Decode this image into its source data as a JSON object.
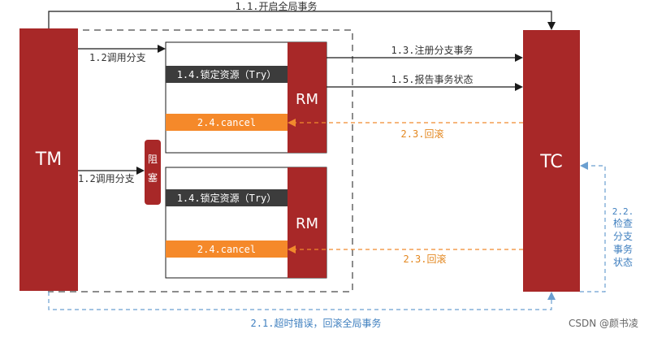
{
  "nodes": {
    "tm": {
      "label": "TM"
    },
    "tc": {
      "label": "TC"
    },
    "rm_top": {
      "label": "RM"
    },
    "rm_bottom": {
      "label": "RM"
    },
    "block": {
      "label_line1": "阻",
      "label_line2": "塞"
    }
  },
  "actions": {
    "lock_top": "1.4.锁定资源（Try）",
    "cancel_top": "2.4.cancel",
    "lock_bottom": "1.4.锁定资源（Try）",
    "cancel_bottom": "2.4.cancel"
  },
  "edges": {
    "open_global": "1.1.开启全局事务",
    "call_branch_top": "1.2调用分支",
    "call_branch_bottom": "1.2调用分支",
    "register_branch": "1.3.注册分支事务",
    "report_status": "1.5.报告事务状态",
    "rollback_top": "2.3.回滚",
    "rollback_bottom": "2.3.回滚",
    "check_status_lines": [
      "2.2.",
      "检查",
      "分支",
      "事务",
      "状态"
    ],
    "timeout_error": "2.1.超时错误，回滚全局事务"
  },
  "watermark": "CSDN @颜书凌",
  "colors": {
    "dark_red": "#a82828",
    "orange": "#f5892a",
    "dark_box": "#3c3c3c",
    "blue_dashed": "#6b9fd0",
    "blue_text": "#3f7fbf",
    "orange_text": "#e3871f",
    "gray_dashed": "#8c8c8c"
  }
}
